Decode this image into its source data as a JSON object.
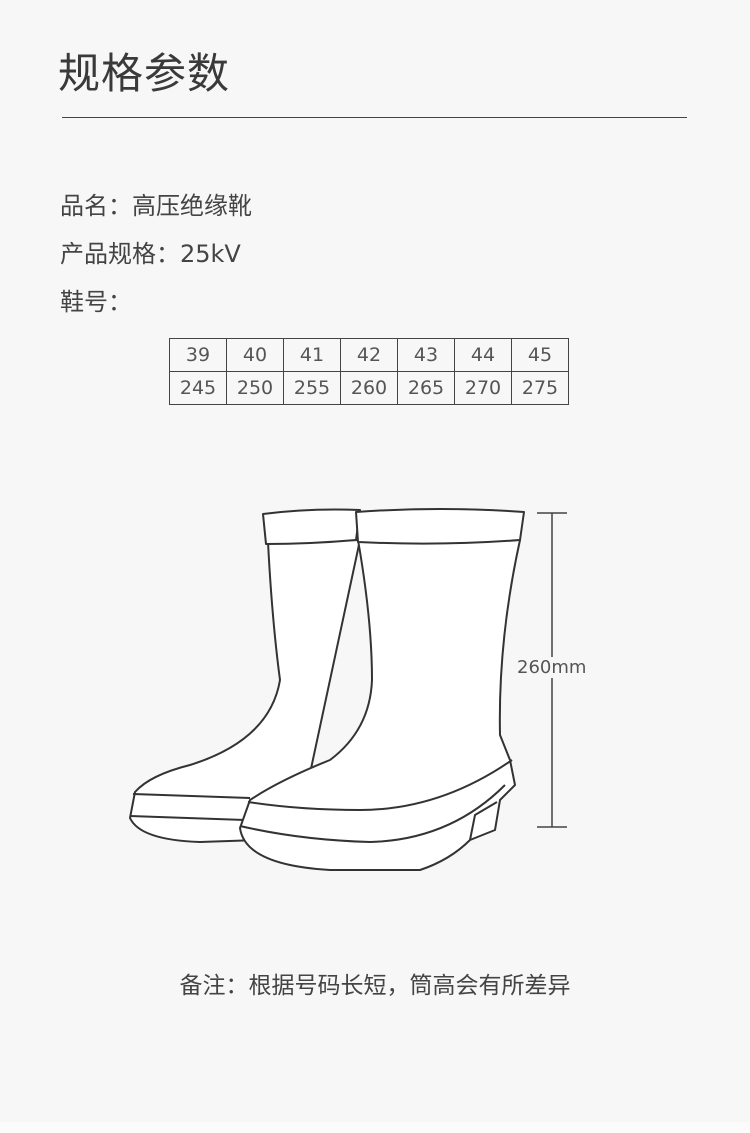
{
  "title": "规格参数",
  "specs": {
    "name": "品名：高压绝缘靴",
    "spec": "产品规格：25kV",
    "size": "鞋号："
  },
  "size_table": {
    "eu": [
      "39",
      "40",
      "41",
      "42",
      "43",
      "44",
      "45"
    ],
    "mm": [
      "245",
      "250",
      "255",
      "260",
      "265",
      "270",
      "275"
    ]
  },
  "height_label": "260mm",
  "note": "备注：根据号码长短，筒高会有所差异"
}
